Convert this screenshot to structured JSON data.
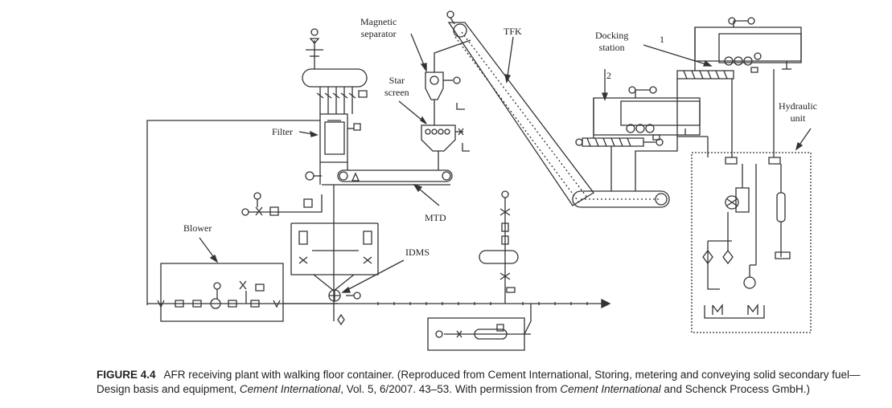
{
  "labels": {
    "magnetic_separator": [
      "Magnetic",
      "separator"
    ],
    "tfk": "TFK",
    "docking_station": [
      "Docking",
      "station"
    ],
    "num_1": "1",
    "num_2": "2",
    "star_screen": [
      "Star",
      "screen"
    ],
    "hydraulic_unit": [
      "Hydraulic",
      "unit"
    ],
    "filter": "Filter",
    "mtd": "MTD",
    "blower": "Blower",
    "idms": "IDMS"
  },
  "caption": {
    "figure": "FIGURE 4.4",
    "part1": "AFR receiving plant with walking floor container. (Reproduced from Cement International, Storing, metering and conveying solid secondary fuel—Design basis and equipment, ",
    "journal1": "Cement International",
    "part2": ", Vol. 5, 6/2007. 43–53. With permission from ",
    "journal2": "Cement International",
    "part3": " and Schenck Process GmbH.)"
  }
}
